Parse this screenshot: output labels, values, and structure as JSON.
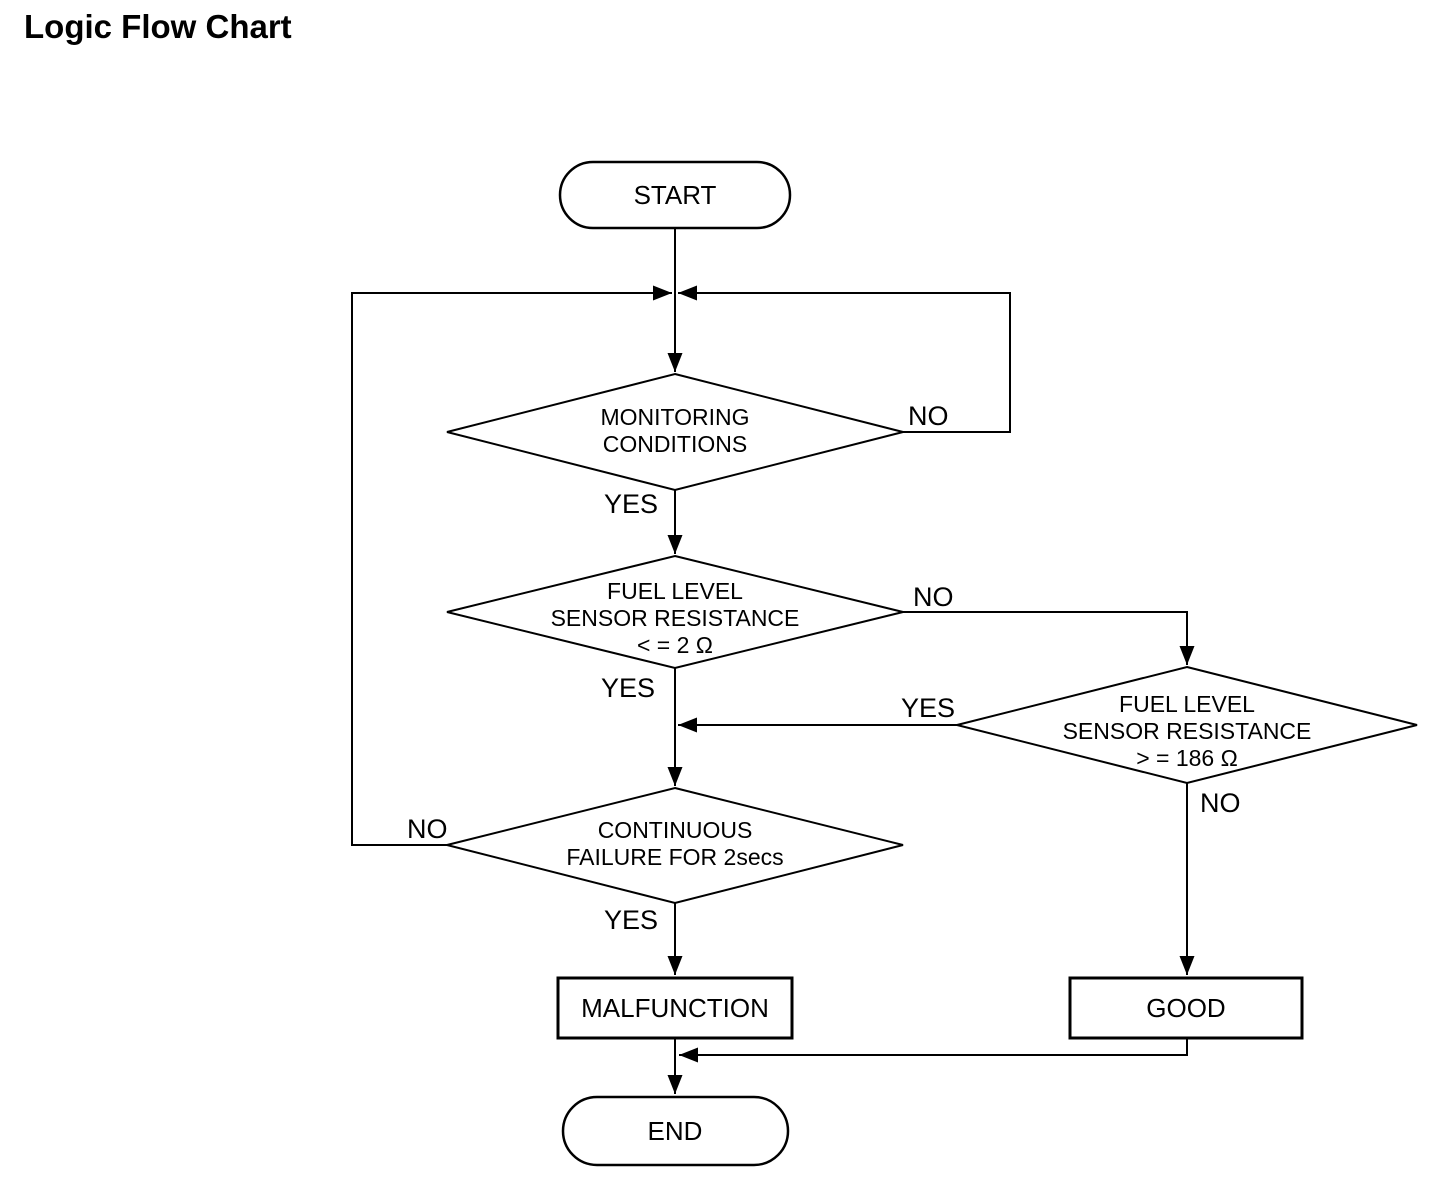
{
  "page_title": "Logic Flow Chart",
  "flowchart": {
    "nodes": {
      "start": {
        "shape": "terminator",
        "label": "START"
      },
      "monitoring": {
        "shape": "decision",
        "lines": [
          "MONITORING",
          "CONDITIONS"
        ]
      },
      "fuel_low": {
        "shape": "decision",
        "lines": [
          "FUEL LEVEL",
          "SENSOR RESISTANCE",
          "< = 2 Ω"
        ]
      },
      "fuel_high": {
        "shape": "decision",
        "lines": [
          "FUEL LEVEL",
          "SENSOR RESISTANCE",
          "> = 186 Ω"
        ]
      },
      "continuous": {
        "shape": "decision",
        "lines": [
          "CONTINUOUS",
          "FAILURE FOR 2secs"
        ]
      },
      "malfunction": {
        "shape": "process",
        "label": "MALFUNCTION"
      },
      "good": {
        "shape": "process",
        "label": "GOOD"
      },
      "end": {
        "shape": "terminator",
        "label": "END"
      }
    },
    "edges": [
      {
        "from": "start",
        "to": "monitoring",
        "label": ""
      },
      {
        "from": "monitoring",
        "to": "fuel_low",
        "label": "YES"
      },
      {
        "from": "monitoring",
        "to": "monitoring",
        "label": "NO"
      },
      {
        "from": "fuel_low",
        "to": "continuous",
        "label": "YES"
      },
      {
        "from": "fuel_low",
        "to": "fuel_high",
        "label": "NO"
      },
      {
        "from": "fuel_high",
        "to": "continuous",
        "label": "YES"
      },
      {
        "from": "fuel_high",
        "to": "good",
        "label": "NO"
      },
      {
        "from": "continuous",
        "to": "malfunction",
        "label": "YES"
      },
      {
        "from": "continuous",
        "to": "monitoring",
        "label": "NO"
      },
      {
        "from": "malfunction",
        "to": "end",
        "label": ""
      },
      {
        "from": "good",
        "to": "end",
        "label": ""
      }
    ],
    "colors": {
      "stroke": "#000000",
      "fill": "#ffffff",
      "text": "#000000"
    }
  }
}
